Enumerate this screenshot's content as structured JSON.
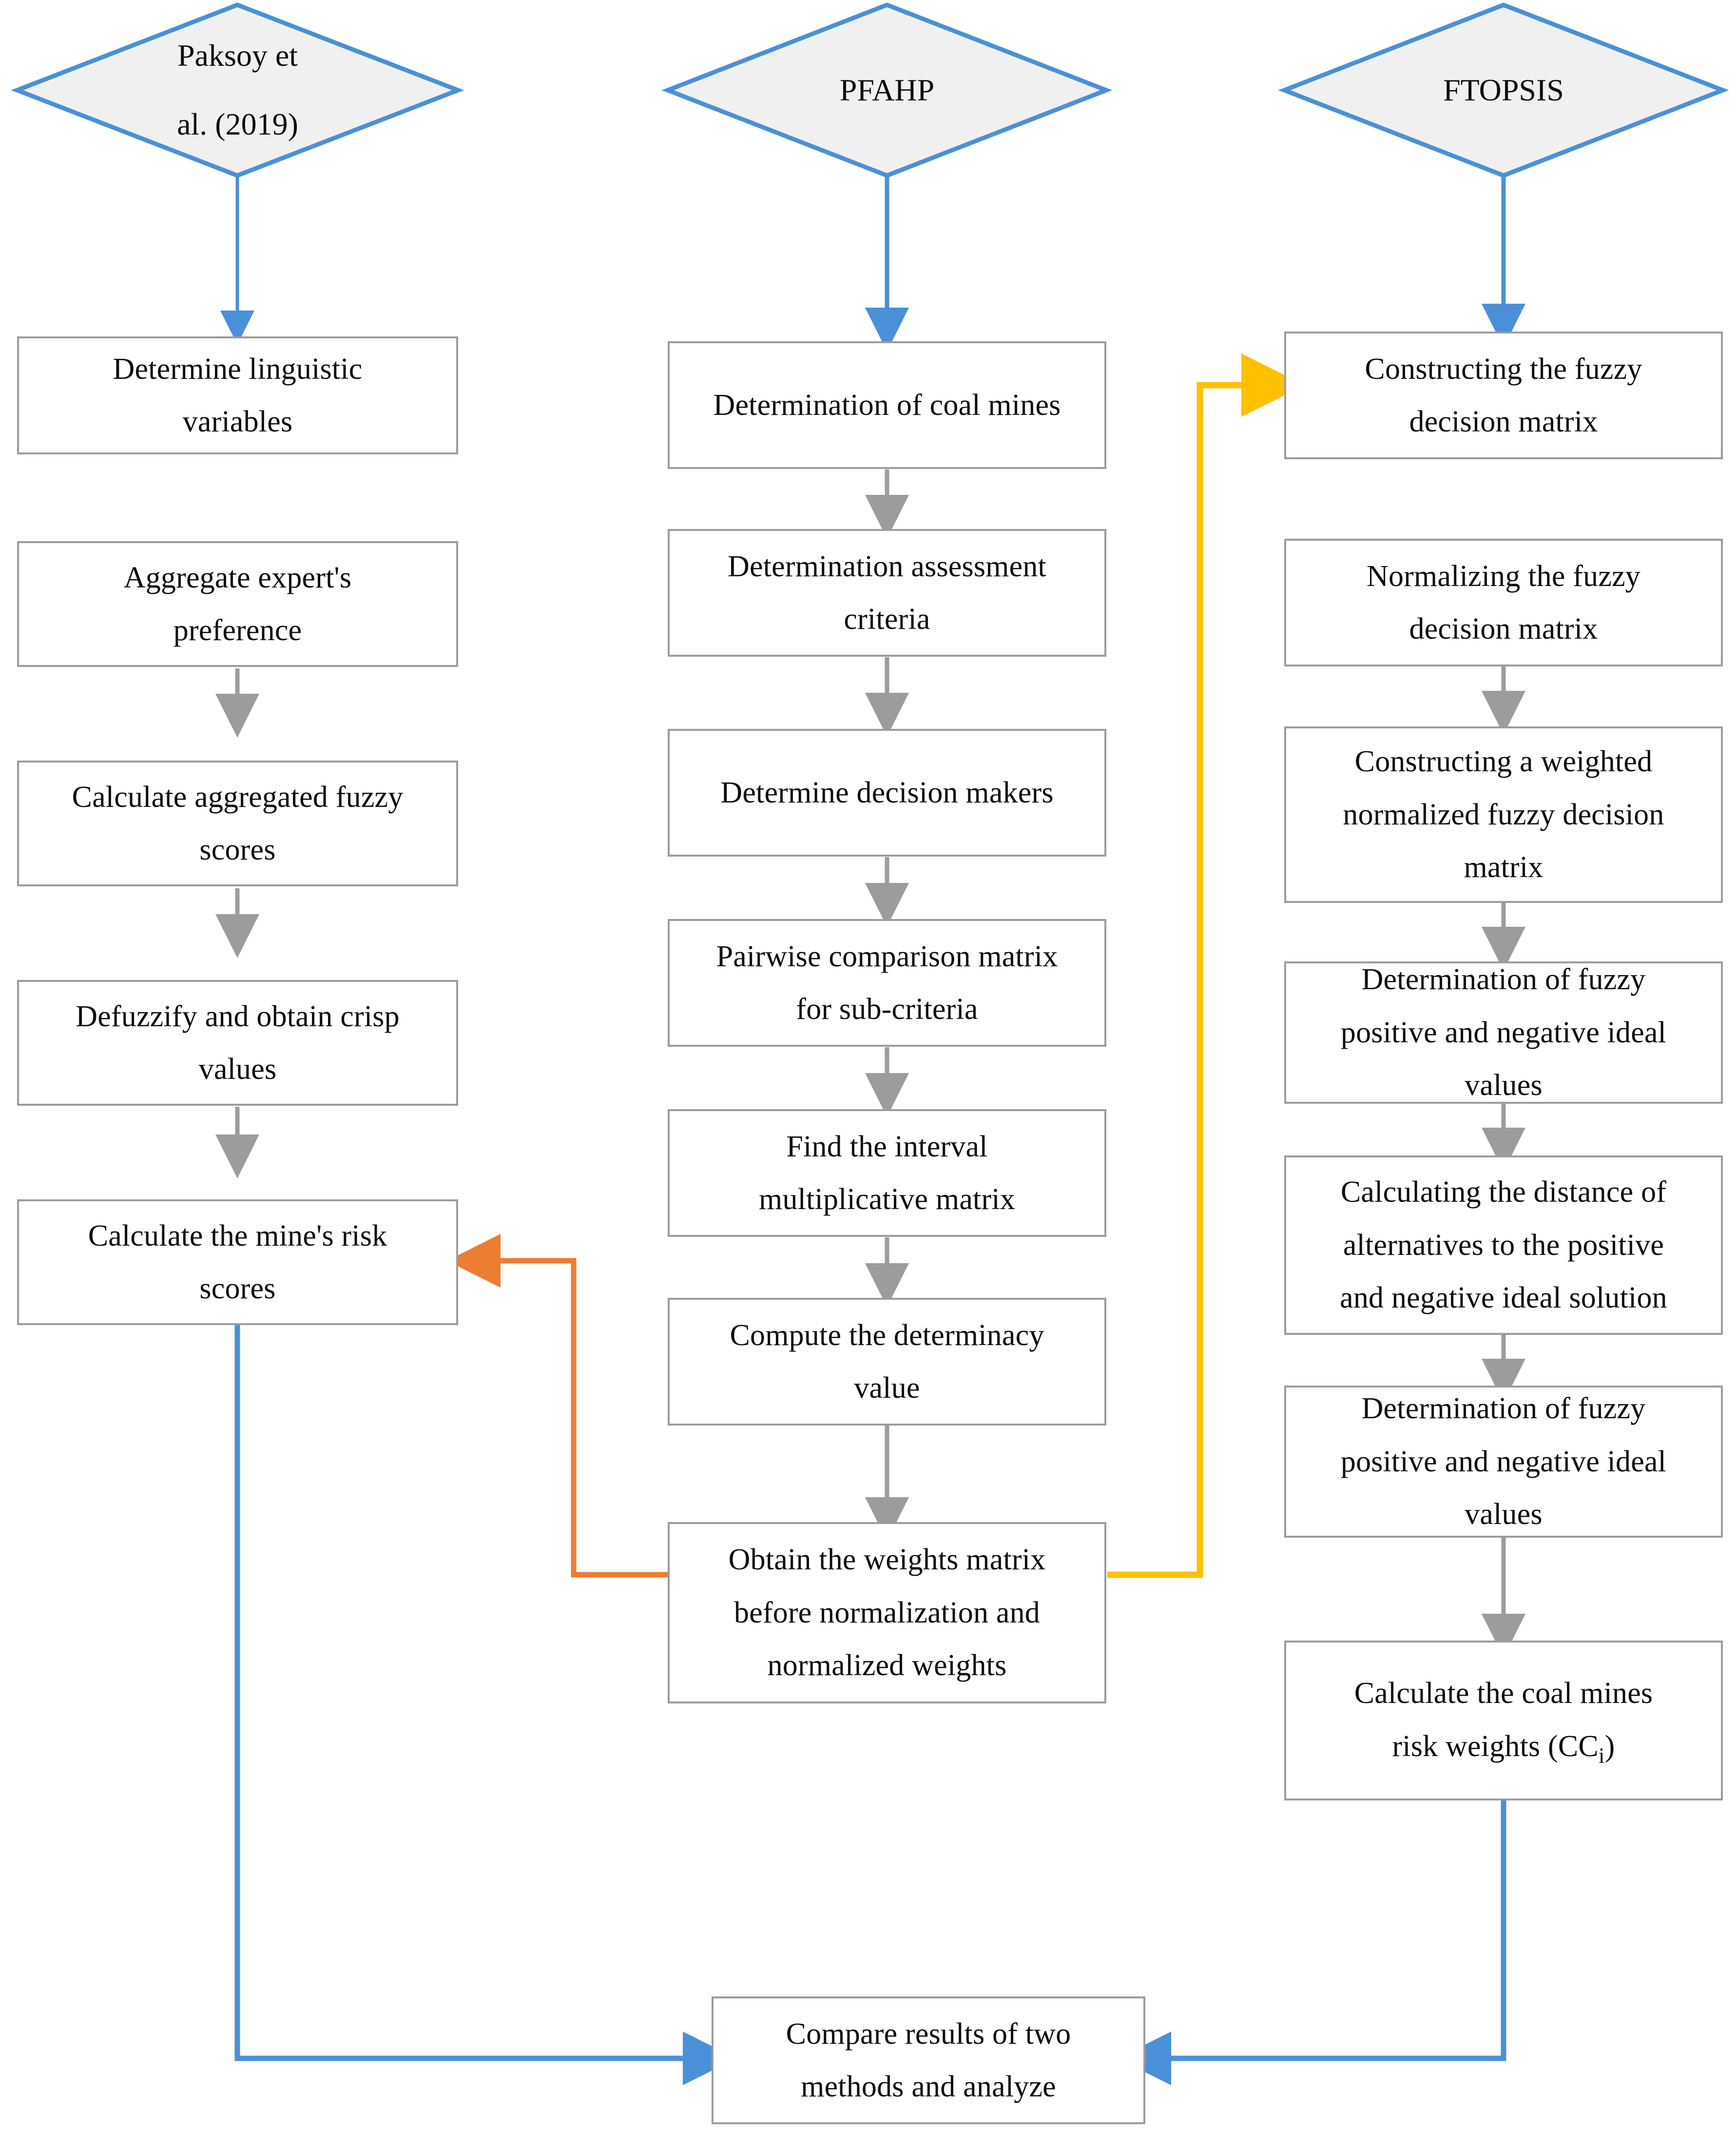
{
  "diagram": {
    "title": "Methodology flowchart comparing Paksoy et al. (2019), PFAHP and FTOPSIS",
    "colors": {
      "box_border": "#9c9c9c",
      "diamond_border": "#4a90d9",
      "diamond_fill": "#f0f0f0",
      "arrow_gray": "#9c9c9c",
      "arrow_blue": "#4a90d9",
      "arrow_orange": "#ED7D31",
      "arrow_yellow": "#FFC000",
      "text": "#0d0d0d",
      "background": "#ffffff"
    }
  },
  "columns": {
    "left": {
      "header": {
        "label": "Paksoy et\nal. (2019)",
        "line1": "Paksoy et",
        "line2": "al. (2019)"
      },
      "steps": [
        {
          "id": "l1",
          "line1": "Determine linguistic",
          "line2": "variables"
        },
        {
          "id": "l2",
          "line1": "Aggregate expert's",
          "line2": "preference"
        },
        {
          "id": "l3",
          "line1": "Calculate aggregated fuzzy",
          "line2": "scores"
        },
        {
          "id": "l4",
          "line1": "Defuzzify and obtain crisp",
          "line2": "values"
        },
        {
          "id": "l5",
          "line1": "Calculate the mine's risk",
          "line2": "scores"
        }
      ]
    },
    "middle": {
      "header": {
        "label": "PFAHP"
      },
      "steps": [
        {
          "id": "m1",
          "line1": "Determination of coal mines",
          "line2": ""
        },
        {
          "id": "m2",
          "line1": "Determination assessment",
          "line2": "criteria"
        },
        {
          "id": "m3",
          "line1": "Determine decision makers",
          "line2": ""
        },
        {
          "id": "m4",
          "line1": "Pairwise comparison matrix",
          "line2": "for sub-criteria"
        },
        {
          "id": "m5",
          "line1": "Find the interval",
          "line2": "multiplicative matrix"
        },
        {
          "id": "m6",
          "line1": "Compute the determinacy",
          "line2": "value"
        },
        {
          "id": "m7",
          "line1": "Obtain the weights matrix",
          "line2": "before normalization and",
          "line3": "normalized weights"
        }
      ]
    },
    "right": {
      "header": {
        "label": "FTOPSIS"
      },
      "steps": [
        {
          "id": "r1",
          "line1": "Constructing the fuzzy",
          "line2": "decision matrix"
        },
        {
          "id": "r2",
          "line1": "Normalizing the fuzzy",
          "line2": "decision matrix"
        },
        {
          "id": "r3",
          "line1": "Constructing a weighted",
          "line2": "normalized fuzzy decision",
          "line3": "matrix"
        },
        {
          "id": "r4",
          "line1": "Determination of fuzzy",
          "line2": "positive and negative ideal",
          "line3": "values"
        },
        {
          "id": "r5",
          "line1": "Calculating the distance of",
          "line2": "alternatives to the positive",
          "line3": "and  negative ideal solution"
        },
        {
          "id": "r6",
          "line1": "Determination of fuzzy",
          "line2": "positive and negative ideal",
          "line3": "values"
        },
        {
          "id": "r7",
          "line1": "Calculate the coal mines",
          "line2_prefix": "risk  weights (CC",
          "line2_sub": "i",
          "line2_suffix": ")"
        }
      ]
    }
  },
  "final_step": {
    "id": "f1",
    "line1": "Compare results of two",
    "line2": "methods and analyze"
  },
  "connectors": [
    {
      "from": "paksoy-diamond",
      "to": "l1",
      "color": "#4a90d9",
      "kind": "vertical"
    },
    {
      "from": "l2",
      "to": "l3",
      "color": "#9c9c9c",
      "kind": "vertical"
    },
    {
      "from": "l3",
      "to": "l4",
      "color": "#9c9c9c",
      "kind": "vertical"
    },
    {
      "from": "l4",
      "to": "l5",
      "color": "#9c9c9c",
      "kind": "vertical"
    },
    {
      "from": "pfahp-diamond",
      "to": "m1",
      "color": "#4a90d9",
      "kind": "vertical"
    },
    {
      "from": "m1",
      "to": "m2",
      "color": "#9c9c9c",
      "kind": "vertical"
    },
    {
      "from": "m2",
      "to": "m3",
      "color": "#9c9c9c",
      "kind": "vertical"
    },
    {
      "from": "m3",
      "to": "m4",
      "color": "#9c9c9c",
      "kind": "vertical"
    },
    {
      "from": "m4",
      "to": "m5",
      "color": "#9c9c9c",
      "kind": "vertical"
    },
    {
      "from": "m5",
      "to": "m6",
      "color": "#9c9c9c",
      "kind": "vertical"
    },
    {
      "from": "m6",
      "to": "m7",
      "color": "#9c9c9c",
      "kind": "vertical"
    },
    {
      "from": "ftopsis-diamond",
      "to": "r1",
      "color": "#4a90d9",
      "kind": "vertical"
    },
    {
      "from": "r2",
      "to": "r3",
      "color": "#9c9c9c",
      "kind": "vertical"
    },
    {
      "from": "r3",
      "to": "r4",
      "color": "#9c9c9c",
      "kind": "vertical"
    },
    {
      "from": "r4",
      "to": "r5",
      "color": "#9c9c9c",
      "kind": "vertical"
    },
    {
      "from": "r5",
      "to": "r6",
      "color": "#9c9c9c",
      "kind": "vertical"
    },
    {
      "from": "r6",
      "to": "r7",
      "color": "#9c9c9c",
      "kind": "vertical"
    },
    {
      "from": "m7",
      "to": "l5",
      "color": "#ED7D31",
      "kind": "elbow-left"
    },
    {
      "from": "m7",
      "to": "r1",
      "color": "#FFC000",
      "kind": "elbow-right"
    },
    {
      "from": "l5",
      "to": "f1",
      "color": "#4a90d9",
      "kind": "elbow-down-right"
    },
    {
      "from": "r7",
      "to": "f1",
      "color": "#4a90d9",
      "kind": "elbow-down-left"
    }
  ]
}
